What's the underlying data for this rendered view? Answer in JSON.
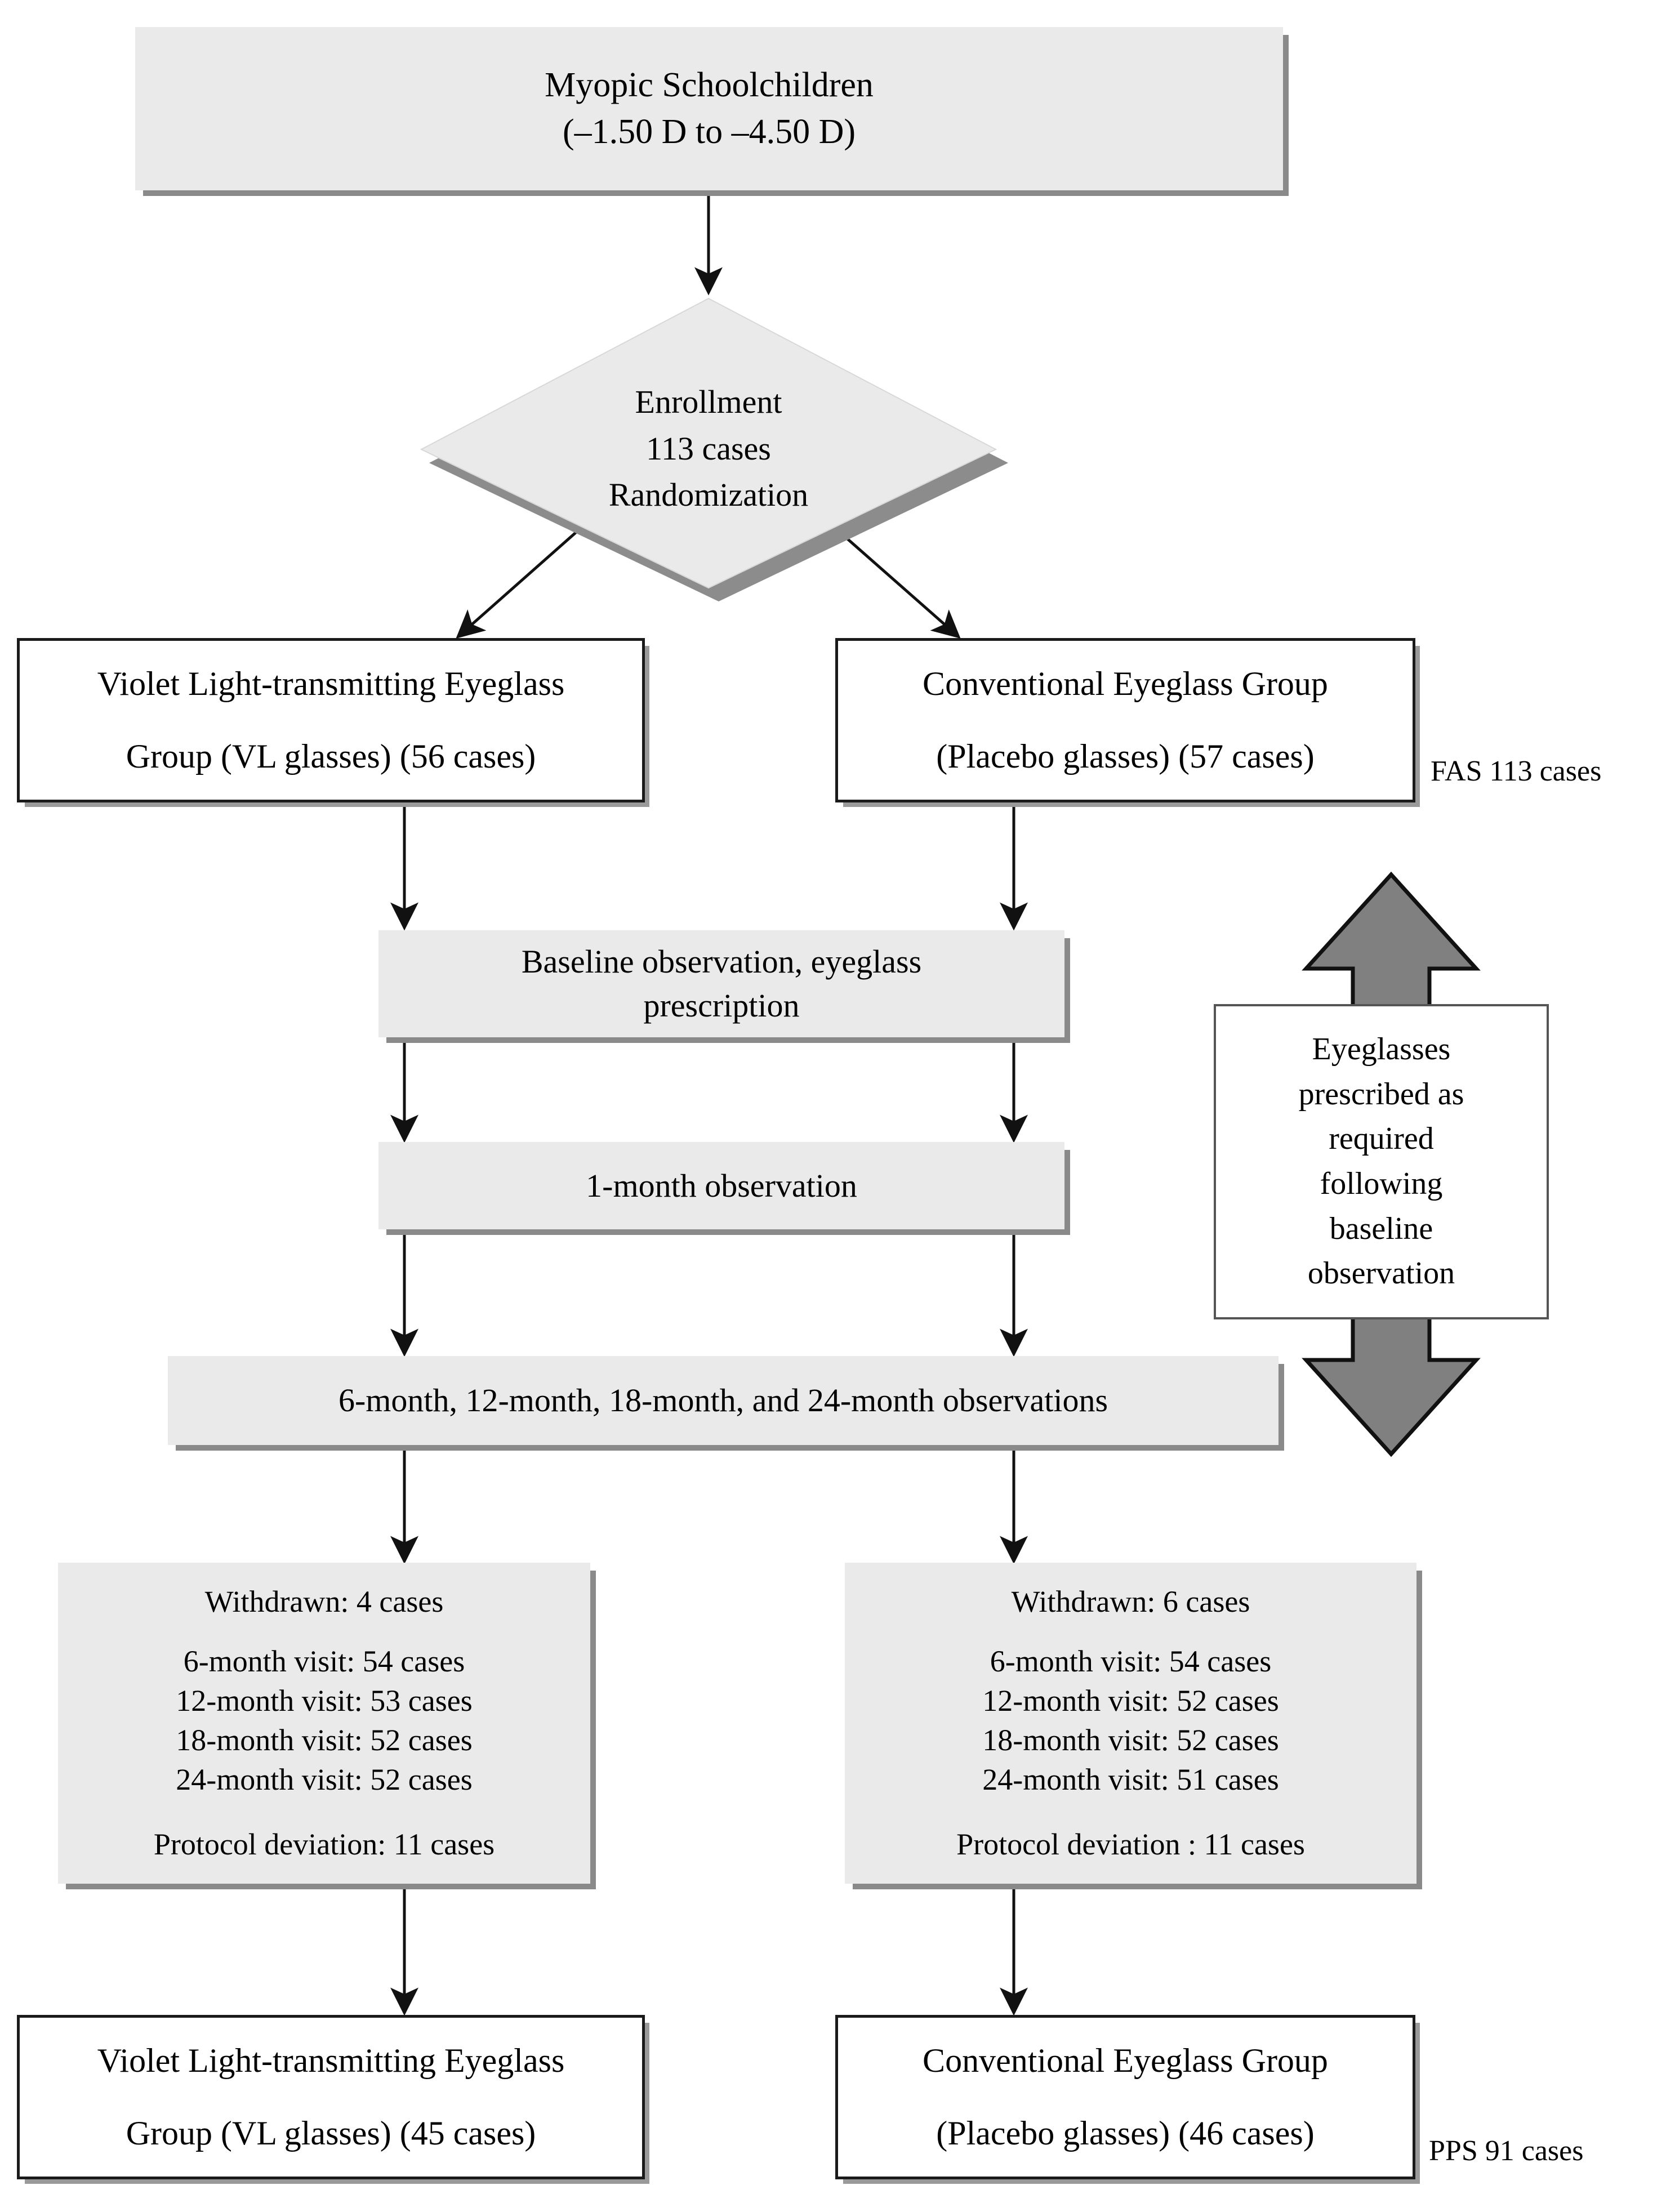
{
  "figure": {
    "type": "clinical-trial-flow-diagram",
    "colors": {
      "box_fill_gray": "#eaeaea",
      "box_fill_white": "#ffffff",
      "shadow": "#8a8a8a",
      "arrow_gray": "#808080",
      "outline": "#1a1a1a",
      "background": "#ffffff"
    }
  },
  "nodes": {
    "source_population": {
      "line1": "Myopic Schoolchildren",
      "line2": "(–1.50 D to –4.50 D)"
    },
    "enrollment": {
      "line1": "Enrollment",
      "line2": "113 cases",
      "line3": "Randomization"
    },
    "arm_vl_top": {
      "line1": "Violet Light-transmitting Eyeglass",
      "line2": "Group (VL glasses) (56 cases)"
    },
    "arm_control_top": {
      "line1": "Conventional Eyeglass Group",
      "line2": "(Placebo glasses) (57 cases)"
    },
    "baseline": {
      "line1": "Baseline observation, eyeglass",
      "line2": "prescription"
    },
    "one_month": {
      "line1": "1-month observation"
    },
    "followups": {
      "line1": "6-month, 12-month, 18-month, and 24-month observations"
    },
    "prescription_note": {
      "line1": "Eyeglasses",
      "line2": "prescribed as",
      "line3": "required",
      "line4": "following",
      "line5": "baseline",
      "line6": "observation"
    },
    "withdrawn_vl": {
      "heading": "Withdrawn: 4 cases",
      "visits": [
        "6-month visit: 54 cases",
        "12-month visit: 53 cases",
        "18-month visit: 52 cases",
        "24-month visit: 52 cases"
      ],
      "footer": "Protocol deviation: 11 cases"
    },
    "withdrawn_control": {
      "heading": "Withdrawn: 6 cases",
      "visits": [
        "6-month visit: 54 cases",
        "12-month visit: 52 cases",
        "18-month visit: 52 cases",
        "24-month visit: 51 cases"
      ],
      "footer": "Protocol deviation : 11 cases"
    },
    "arm_vl_bottom": {
      "line1": "Violet Light-transmitting Eyeglass",
      "line2": "Group (VL glasses) (45 cases)"
    },
    "arm_control_bottom": {
      "line1": "Conventional Eyeglass Group",
      "line2": "(Placebo glasses) (46 cases)"
    }
  },
  "side_labels": {
    "fas": "FAS 113 cases",
    "pps": "PPS 91 cases"
  },
  "icons": {
    "double_arrow": "double-headed-vertical-arrow-icon",
    "flow_arrow": "arrow-down-icon"
  }
}
